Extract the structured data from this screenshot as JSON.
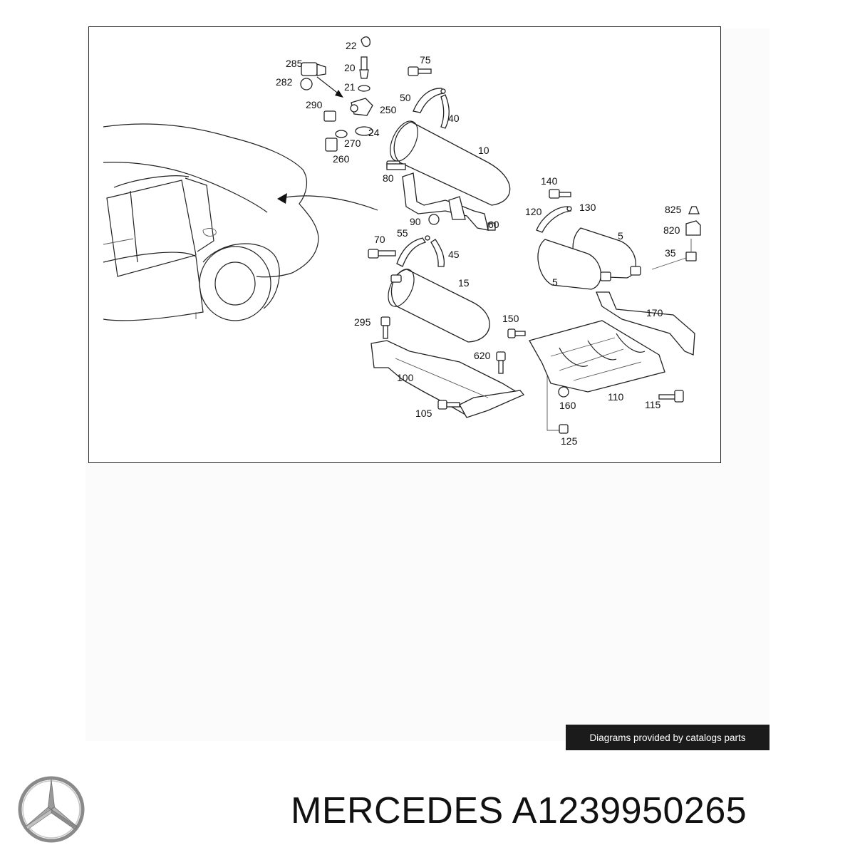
{
  "diagram": {
    "callouts": [
      "22",
      "285",
      "20",
      "75",
      "282",
      "21",
      "50",
      "290",
      "250",
      "40",
      "24",
      "270",
      "10",
      "260",
      "80",
      "140",
      "825",
      "120",
      "130",
      "820",
      "90",
      "60",
      "5",
      "70",
      "55",
      "35",
      "45",
      "15",
      "5",
      "170",
      "295",
      "150",
      "620",
      "100",
      "110",
      "160",
      "115",
      "105",
      "125"
    ]
  },
  "credit": "Diagrams provided by catalogs parts",
  "title": "MERCEDES A1239950265",
  "colors": {
    "credit_bg": "#1b1b1b",
    "frame": "#222222"
  }
}
